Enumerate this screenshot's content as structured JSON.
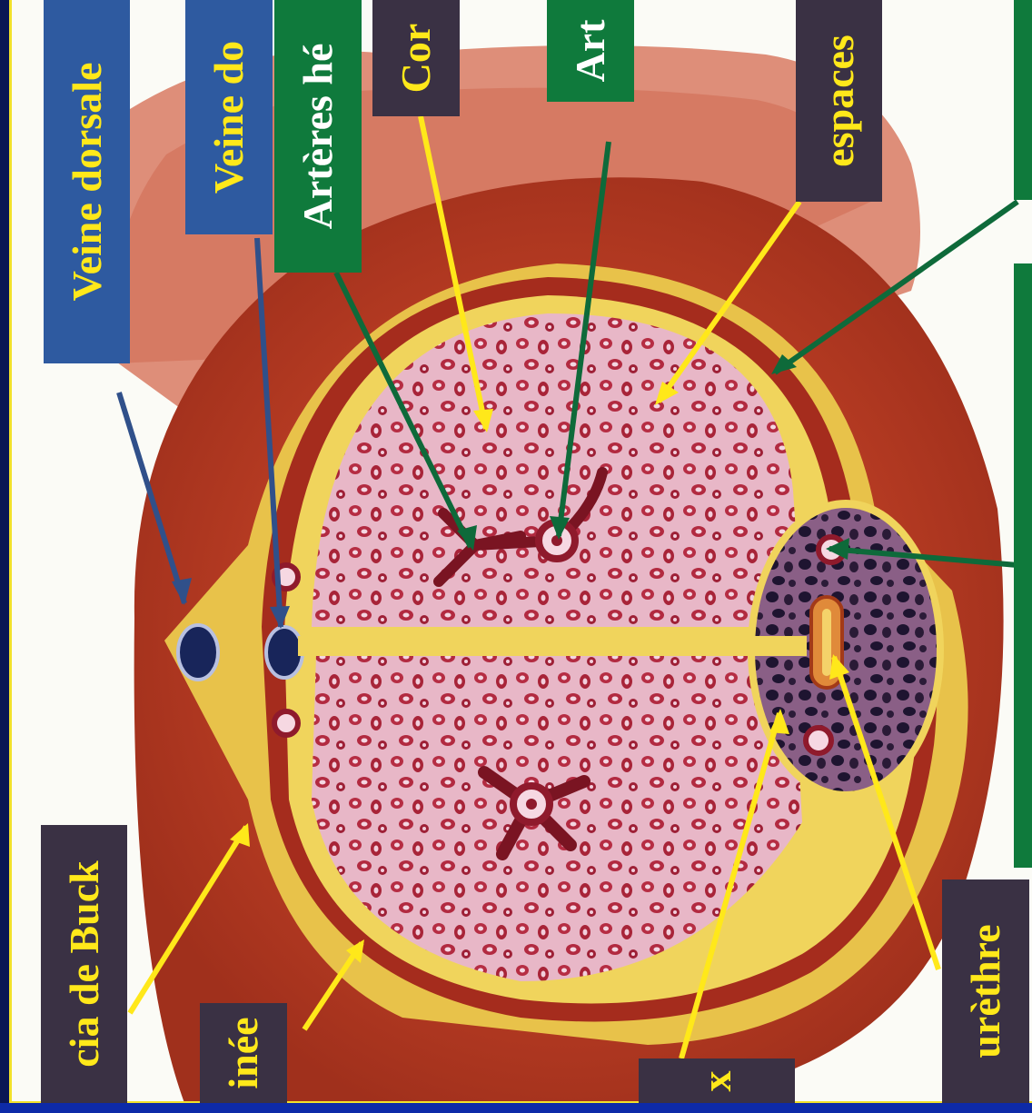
{
  "colors": {
    "blue_label_bg": "#2e5aa0",
    "green_label_bg": "#0f7a3c",
    "dark_label_bg": "#3a3144",
    "yellow_text": "#ffe81a",
    "white_text": "#ffffff",
    "yellow_line": "#ffe81a",
    "green_line": "#0e6a3a",
    "blue_line": "#30508a"
  },
  "labels": {
    "veine_dorsale_sup": "Veine dorsale",
    "veine_dorsale_prof": "Veine do",
    "arteres_helicines": "Artères hé",
    "corps": "Cor",
    "artere": "Art",
    "espaces": "espaces",
    "fascia_buck": "cia de Buck",
    "perinee": "inée",
    "spongieux": "x",
    "urethre": "urèthre"
  }
}
